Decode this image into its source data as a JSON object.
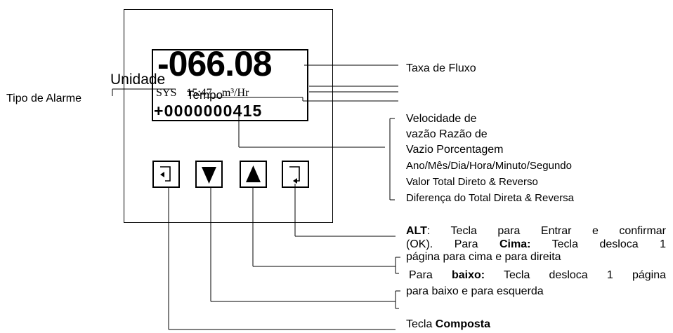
{
  "display": {
    "flow_value": "-066.08",
    "sys_label": "SYS",
    "time": "15:47",
    "unit": "m³/Hr",
    "total": "+0000000415"
  },
  "labels": {
    "unidade": "Unidade",
    "tempo": "Tempo",
    "tipo_alarme": "Tipo de Alarme",
    "taxa_fluxo": "Taxa de Fluxo",
    "line_velocidade": "Velocidade de",
    "line_vazao": "vazão Razão de",
    "line_vazio": "Vazio Porcentagem",
    "line_ano": "Ano/Mês/Dia/Hora/Minuto/Segundo",
    "line_valor_total": "Valor Total Direto & Reverso",
    "line_diferenca": "Diferença do Total Direta & Reversa"
  },
  "keys": [
    {
      "name": "composite",
      "icon": "enter-left-icon"
    },
    {
      "name": "down",
      "icon": "triangle-down-icon"
    },
    {
      "name": "up",
      "icon": "triangle-up-icon"
    },
    {
      "name": "enter",
      "icon": "enter-right-icon"
    }
  ],
  "descriptions": {
    "alt_key": "ALT",
    "alt_text": ": Tecla para Entrar e confirmar",
    "ok_text": "(OK). Para ",
    "cima_key": "Cima:",
    "cima_text": " Tecla desloca 1",
    "pagina_cima": "página para cima e para direita",
    "para_text": "Para ",
    "baixo_key": "baixo:",
    "baixo_text": " Tecla desloca 1 página",
    "pagina_baixo": "para baixo e para esquerda",
    "tecla_text": "Tecla ",
    "composta_key": "Composta"
  }
}
